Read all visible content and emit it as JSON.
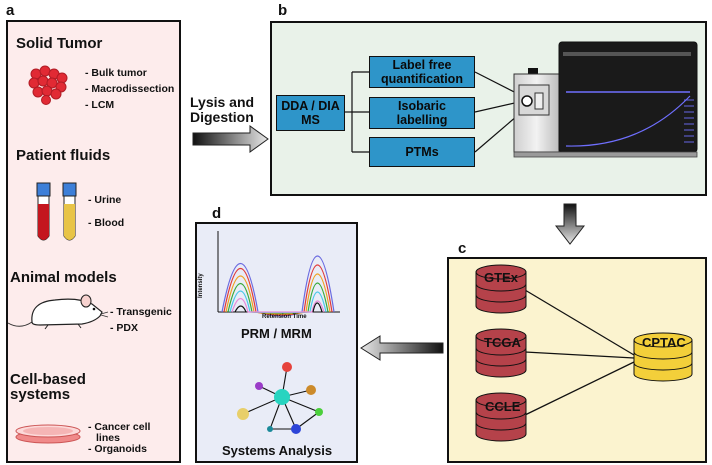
{
  "panels": {
    "a": {
      "letter": "a",
      "sections": [
        {
          "title": "Solid Tumor",
          "items": [
            "- Bulk tumor",
            "- Macrodissection",
            "- LCM"
          ]
        },
        {
          "title": "Patient fluids",
          "items": [
            "- Urine",
            "- Blood"
          ]
        },
        {
          "title": "Animal models",
          "items": [
            "- Transgenic",
            "- PDX"
          ]
        },
        {
          "title": "Cell-based",
          "title2": "systems",
          "items": [
            "- Cancer cell",
            "lines",
            "- Organoids"
          ]
        }
      ]
    },
    "arrow_ab": {
      "line1": "Lysis and",
      "line2": "Digestion"
    },
    "b": {
      "letter": "b",
      "method": {
        "line1": "DDA / DIA",
        "line2": "MS"
      },
      "options": [
        {
          "line1": "Label free",
          "line2": "quantification"
        },
        {
          "line1": "Isobaric",
          "line2": "labelling"
        },
        {
          "line1": "PTMs",
          "line2": ""
        }
      ]
    },
    "c": {
      "letter": "c",
      "sources": [
        "GTEx",
        "TCGA",
        "CCLE"
      ],
      "hub": "CPTAC"
    },
    "d": {
      "letter": "d",
      "chart_ylabel": "Intensity",
      "chart_xlabel": "Retension Time",
      "prm_label": "PRM / MRM",
      "systems_label": "Systems Analysis"
    }
  },
  "colors": {
    "panel_a_bg": "#fdecec",
    "panel_b_bg": "#e9f2e9",
    "panel_c_bg": "#fbf3cf",
    "panel_d_bg": "#e9ecf7",
    "ms_box": "#2e95c9",
    "db_red": "#b5424a",
    "db_yellow": "#f3cf3a"
  }
}
